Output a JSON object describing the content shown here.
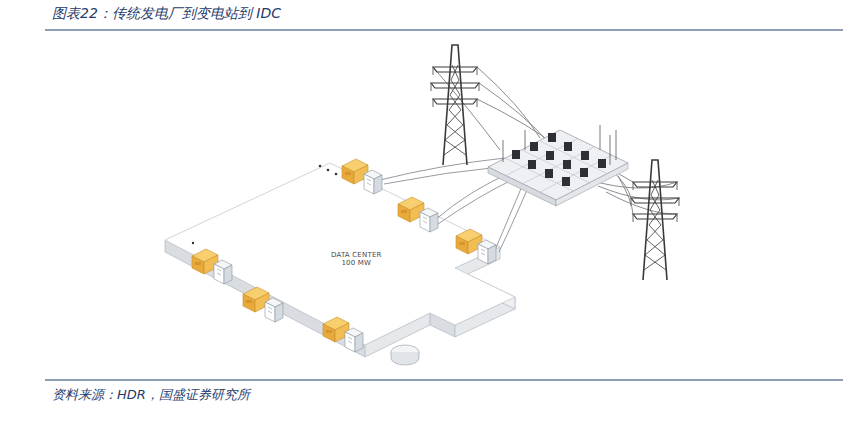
{
  "diagram": {
    "title": "图表22：传统发电厂到变电站到 IDC",
    "caption": "资料来源：HDR，国盛证券研究所",
    "nodes": [
      {
        "text": [
          "DATA CENTER",
          "100 MW"
        ]
      }
    ]
  }
}
